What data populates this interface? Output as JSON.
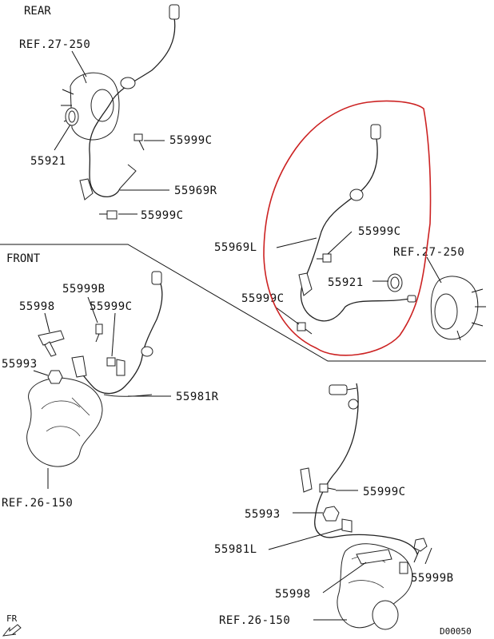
{
  "sections": {
    "rear": "REAR",
    "front": "FRONT"
  },
  "labels": {
    "rear_ref": "REF.27-250",
    "rear_55921": "55921",
    "rear_55999c_a": "55999C",
    "rear_55969r": "55969R",
    "rear_55999c_b": "55999C",
    "hl_55999c_a": "55999C",
    "hl_55969l": "55969L",
    "hl_ref": "REF.27-250",
    "hl_55921": "55921",
    "hl_55999c_b": "55999C",
    "fr_55999b": "55999B",
    "fr_55998": "55998",
    "fr_55999c": "55999C",
    "fr_55993": "55993",
    "fr_55981r": "55981R",
    "fr_ref": "REF.26-150",
    "bl_55999c": "55999C",
    "bl_55993": "55993",
    "bl_55981l": "55981L",
    "bl_55999b": "55999B",
    "bl_55998": "55998",
    "bl_ref": "REF.26-150",
    "fr_arrow": "FR",
    "drawing_number": "D00050"
  },
  "highlight_color": "#cc2222"
}
